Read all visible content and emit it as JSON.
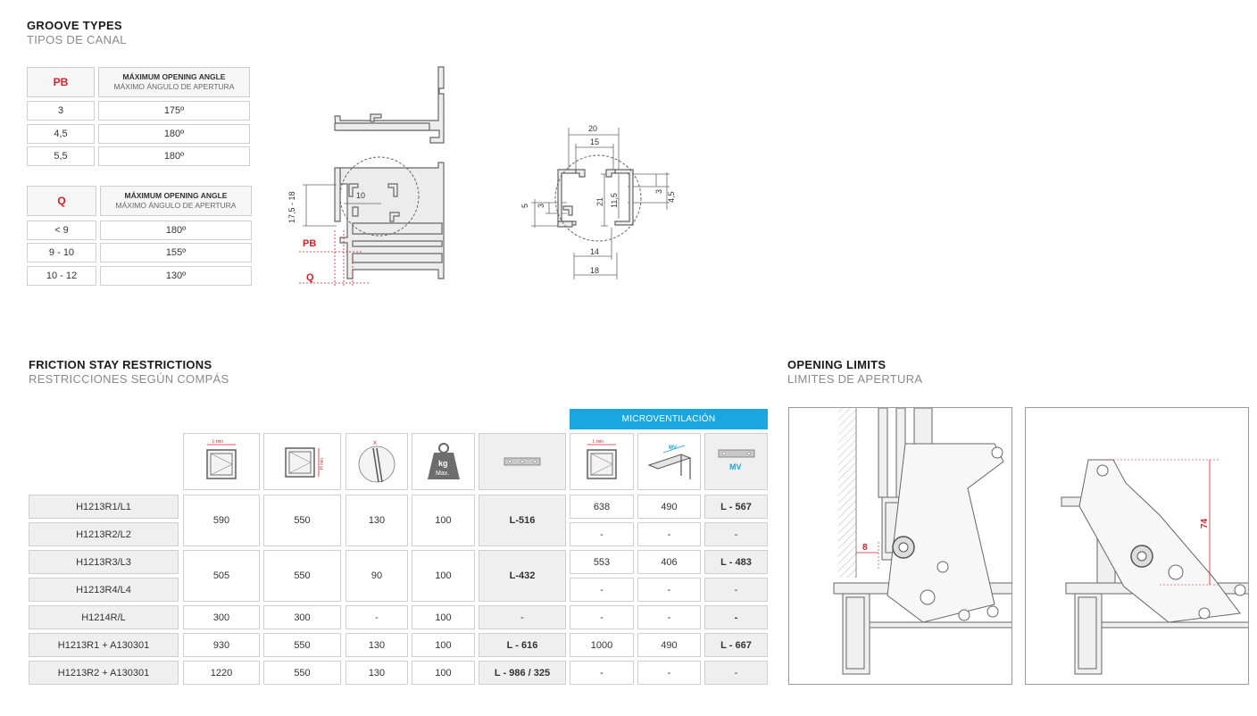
{
  "groove": {
    "title_en": "GROOVE TYPES",
    "title_es": "TIPOS DE CANAL",
    "pb_table": {
      "key": "PB",
      "header_en": "MÁXIMUM OPENING ANGLE",
      "header_es": "MÁXIMO ÁNGULO DE APERTURA",
      "rows": [
        [
          "3",
          "175º"
        ],
        [
          "4,5",
          "180º"
        ],
        [
          "5,5",
          "180º"
        ]
      ]
    },
    "q_table": {
      "key": "Q",
      "header_en": "MÁXIMUM OPENING ANGLE",
      "header_es": "MÁXIMO ÁNGULO DE APERTURA",
      "rows": [
        [
          "< 9",
          "180º"
        ],
        [
          "9 - 10",
          "155º"
        ],
        [
          "10 - 12",
          "130º"
        ]
      ]
    },
    "profile_dims": {
      "d10": "10",
      "d17": "17,5 - 18",
      "pb": "PB",
      "q": "Q"
    },
    "detail_dims": {
      "d20": "20",
      "d15": "15",
      "d21": "21",
      "d11": "11,5",
      "d3a": "3",
      "d45": "4,5",
      "d5": "5",
      "d3b": "3",
      "d14": "14",
      "d18": "18"
    }
  },
  "friction": {
    "title_en": "FRICTION STAY RESTRICTIONS",
    "title_es": "RESTRICCIONES SEGÚN COMPÁS",
    "microventilation": "MICROVENTILACIÓN",
    "icons": {
      "lmin": "L min",
      "hmin": "H min",
      "x": "X",
      "kg_top": "kg",
      "kg_bottom": "Max.",
      "mv": "MV"
    },
    "rows": [
      {
        "model": "H1213R1/L1"
      },
      {
        "model": "H1213R2/L2"
      },
      {
        "model": "H1213R3/L3"
      },
      {
        "model": "H1213R4/L4"
      },
      {
        "model": "H1214R/L"
      },
      {
        "model": "H1213R1 + A130301"
      },
      {
        "model": "H1213R2 + A130301"
      }
    ],
    "group1": {
      "lmin": "590",
      "hmin": "550",
      "x": "130",
      "kg": "100",
      "stay": "L-516"
    },
    "group2": {
      "lmin": "505",
      "hmin": "550",
      "x": "90",
      "kg": "100",
      "stay": "L-432"
    },
    "row5": {
      "lmin": "300",
      "hmin": "300",
      "x": "-",
      "kg": "100",
      "stay": "-",
      "mv_lmin": "-",
      "mv_val": "-",
      "mv_stay": "-"
    },
    "row6": {
      "lmin": "930",
      "hmin": "550",
      "x": "130",
      "kg": "100",
      "stay": "L - 616",
      "mv_lmin": "1000",
      "mv_val": "490",
      "mv_stay": "L - 667"
    },
    "row7": {
      "lmin": "1220",
      "hmin": "550",
      "x": "130",
      "kg": "100",
      "stay": "L - 986 / 325",
      "mv_lmin": "-",
      "mv_val": "-",
      "mv_stay": "-"
    },
    "mv_rows": [
      {
        "lmin": "638",
        "val": "490",
        "stay": "L - 567"
      },
      {
        "lmin": "-",
        "val": "-",
        "stay": "-"
      },
      {
        "lmin": "553",
        "val": "406",
        "stay": "L - 483"
      },
      {
        "lmin": "-",
        "val": "-",
        "stay": "-"
      }
    ]
  },
  "limits": {
    "title_en": "OPENING LIMITS",
    "title_es": "LIMITES DE APERTURA",
    "dim_left": "8",
    "dim_right": "74"
  },
  "colors": {
    "accent_red": "#d61f26",
    "accent_blue": "#1aa7e0",
    "cell_grey": "#efefef"
  }
}
